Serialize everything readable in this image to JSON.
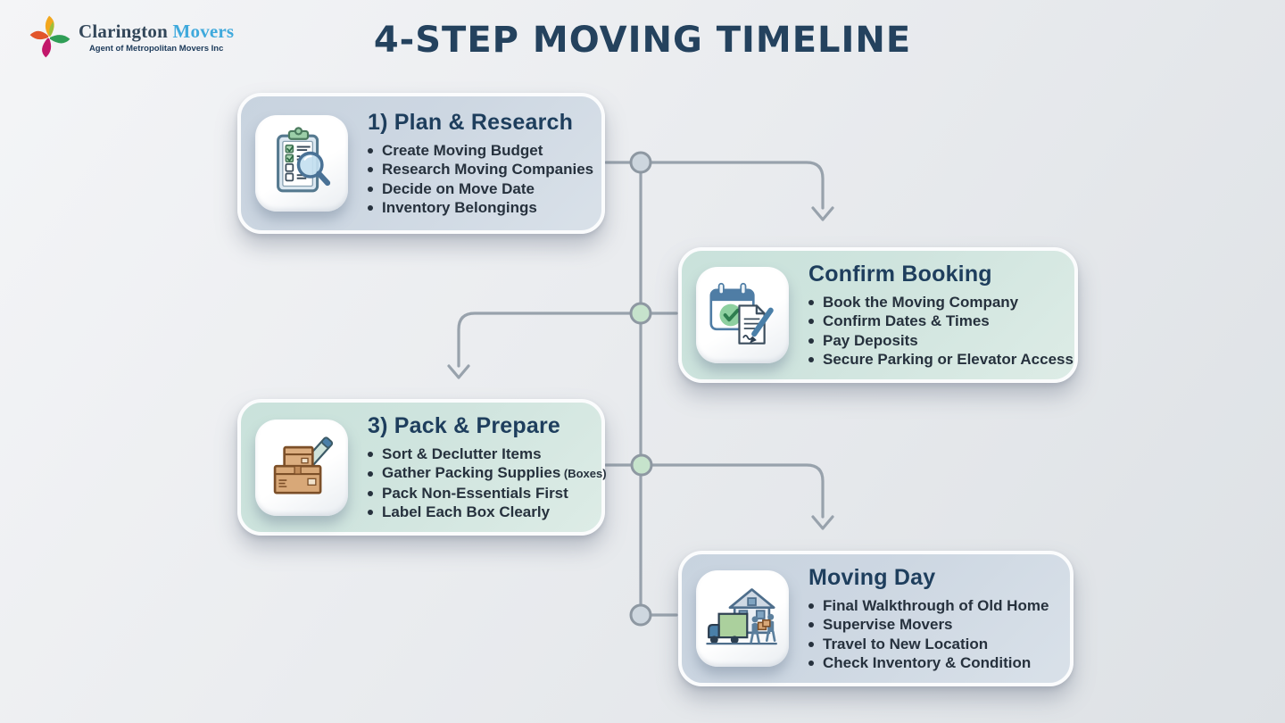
{
  "logo": {
    "icon": "pinwheel-logo-icon",
    "name_primary": "Clarington",
    "name_secondary": "Movers",
    "tagline": "Agent of Metropolitan Movers Inc"
  },
  "title": "4-STEP MOVING TIMELINE",
  "steps": [
    {
      "heading": "1) Plan & Research",
      "icon": "clipboard-checklist-magnifier-icon",
      "theme": "blue",
      "bullets": [
        "Create Moving Budget",
        "Research Moving Companies",
        "Decide on Move Date",
        "Inventory Belongings"
      ]
    },
    {
      "heading": "Confirm Booking",
      "icon": "calendar-check-contract-icon",
      "theme": "teal",
      "bullets": [
        "Book the Moving Company",
        "Confirm Dates & Times",
        "Pay Deposits",
        "Secure Parking or Elevator Access"
      ]
    },
    {
      "heading": "3) Pack & Prepare",
      "icon": "moving-boxes-pencil-icon",
      "theme": "teal",
      "bullets": [
        "Sort & Declutter Items",
        {
          "text": "Gather Packing Supplies",
          "note": "(Boxes)"
        },
        "Pack Non-Essentials First",
        "Label Each Box Clearly"
      ]
    },
    {
      "heading": "Moving Day",
      "icon": "truck-house-movers-icon",
      "theme": "blue",
      "bullets": [
        "Final Walkthrough of Old Home",
        "Supervise Movers",
        "Travel to New Location",
        "Check Inventory & Condition"
      ]
    }
  ],
  "colors": {
    "background_start": "#f4f5f7",
    "background_end": "#dde1e5",
    "title_text": "#24425e",
    "card_blue": "#cdd7e2",
    "card_teal": "#cfe4de",
    "card_heading": "#1e3e5d",
    "card_body_text": "#26313d",
    "connector": "#98a2ac",
    "node_green": "#c6e3cc",
    "node_gray": "#ced7df",
    "logo_movers_blue": "#3fa9dc"
  }
}
